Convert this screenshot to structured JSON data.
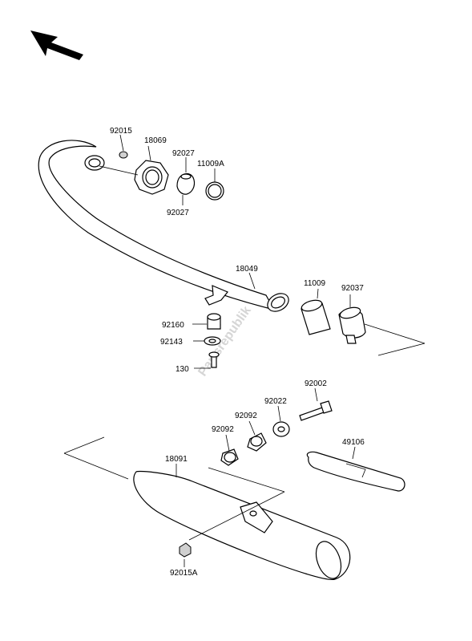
{
  "watermark": "Partsrepublik",
  "parts": {
    "p92015": "92015",
    "p18069": "18069",
    "p92027a": "92027",
    "p92027b": "92027",
    "p11009A": "11009A",
    "p18049": "18049",
    "p11009": "11009",
    "p92037": "92037",
    "p92160": "92160",
    "p92143": "92143",
    "p130": "130",
    "p92002": "92002",
    "p92022": "92022",
    "p92092a": "92092",
    "p92092b": "92092",
    "p49106": "49106",
    "p18091": "18091",
    "p92015A": "92015A"
  }
}
